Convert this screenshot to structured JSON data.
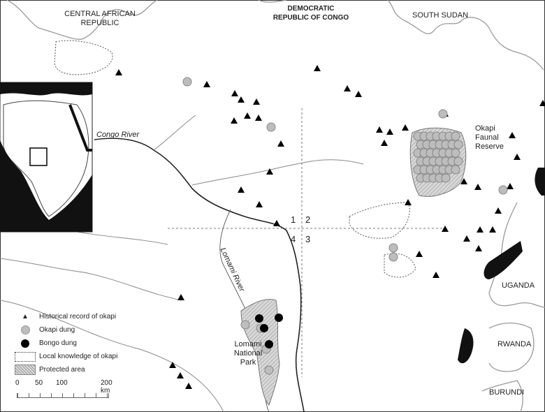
{
  "labels": {
    "car": "CENTRAL AFRICAN REPUBLIC",
    "drc": "DEMOCRATIC REPUBLIC OF CONGO",
    "south_sudan": "SOUTH SUDAN",
    "uganda": "UGANDA",
    "rwanda": "RWANDA",
    "burundi": "BURUNDI",
    "congo_river": "Congo River",
    "lomami_river": "Lomami River",
    "okapi_reserve": "Okapi Faunal Reserve",
    "lomami_park": "Lomami National Park",
    "quadrants": [
      "1",
      "2",
      "4",
      "3"
    ]
  },
  "legend": {
    "historical": "Historical record of okapi",
    "okapi_dung": "Okapi dung",
    "bongo_dung": "Bongo dung",
    "local_knowledge": "Local knowledge of okapi",
    "protected": "Protected area"
  },
  "scale": {
    "ticks": [
      "0",
      "50",
      "100",
      "200 km"
    ]
  },
  "colors": {
    "okapi_dung": "#bdbdbd",
    "bongo_dung": "#000000",
    "protected": "#cfcfcf",
    "border": "#9a9a9a"
  }
}
